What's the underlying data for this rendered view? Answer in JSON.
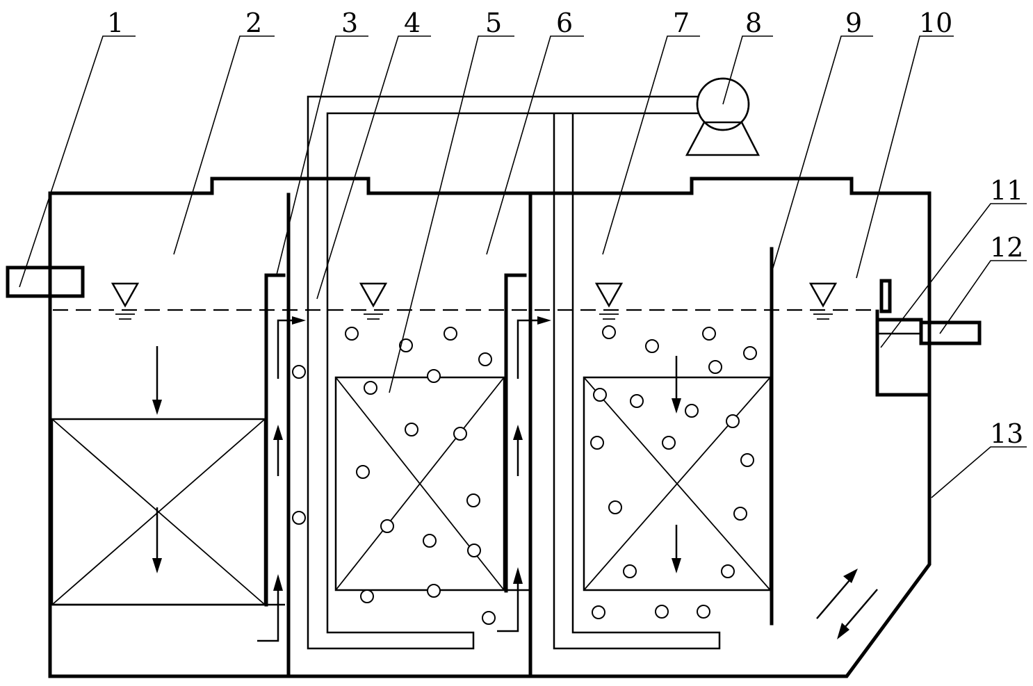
{
  "diagram": {
    "callouts": [
      {
        "id": "1",
        "label": "1"
      },
      {
        "id": "2",
        "label": "2"
      },
      {
        "id": "3",
        "label": "3"
      },
      {
        "id": "4",
        "label": "4"
      },
      {
        "id": "5",
        "label": "5"
      },
      {
        "id": "6",
        "label": "6"
      },
      {
        "id": "7",
        "label": "7"
      },
      {
        "id": "8",
        "label": "8"
      },
      {
        "id": "9",
        "label": "9"
      },
      {
        "id": "10",
        "label": "10"
      },
      {
        "id": "11",
        "label": "11"
      },
      {
        "id": "12",
        "label": "12"
      },
      {
        "id": "13",
        "label": "13"
      }
    ],
    "colors": {
      "line": "#000000",
      "background": "#ffffff"
    }
  }
}
